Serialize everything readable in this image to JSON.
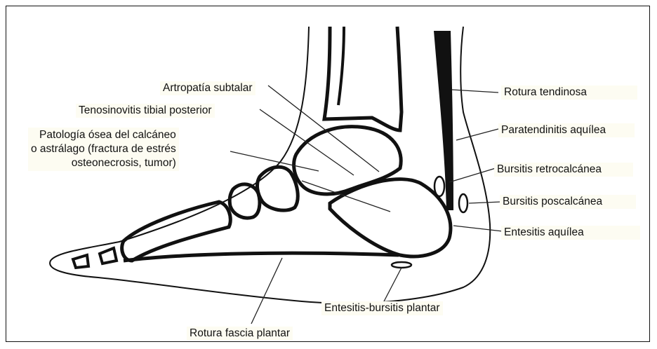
{
  "labels": {
    "artropatia": "Artropatía subtalar",
    "tenosinovitis": "Tenosinovitis tibial posterior",
    "patologia": "Patología ósea del calcáneo\no astrálago (fractura de estrés\nosteonecrosis, tumor)",
    "rotura_tendinosa": "Rotura tendinosa",
    "paratendinitis": "Paratendinitis aquílea",
    "bursitis_retro": "Bursitis retrocalcánea",
    "bursitis_pos": "Bursitis poscalcánea",
    "entesitis_aquilea": "Entesitis aquílea",
    "entesitis_bursitis_plantar": "Entesitis-bursitis plantar",
    "rotura_fascia": "Rotura fascia plantar"
  }
}
